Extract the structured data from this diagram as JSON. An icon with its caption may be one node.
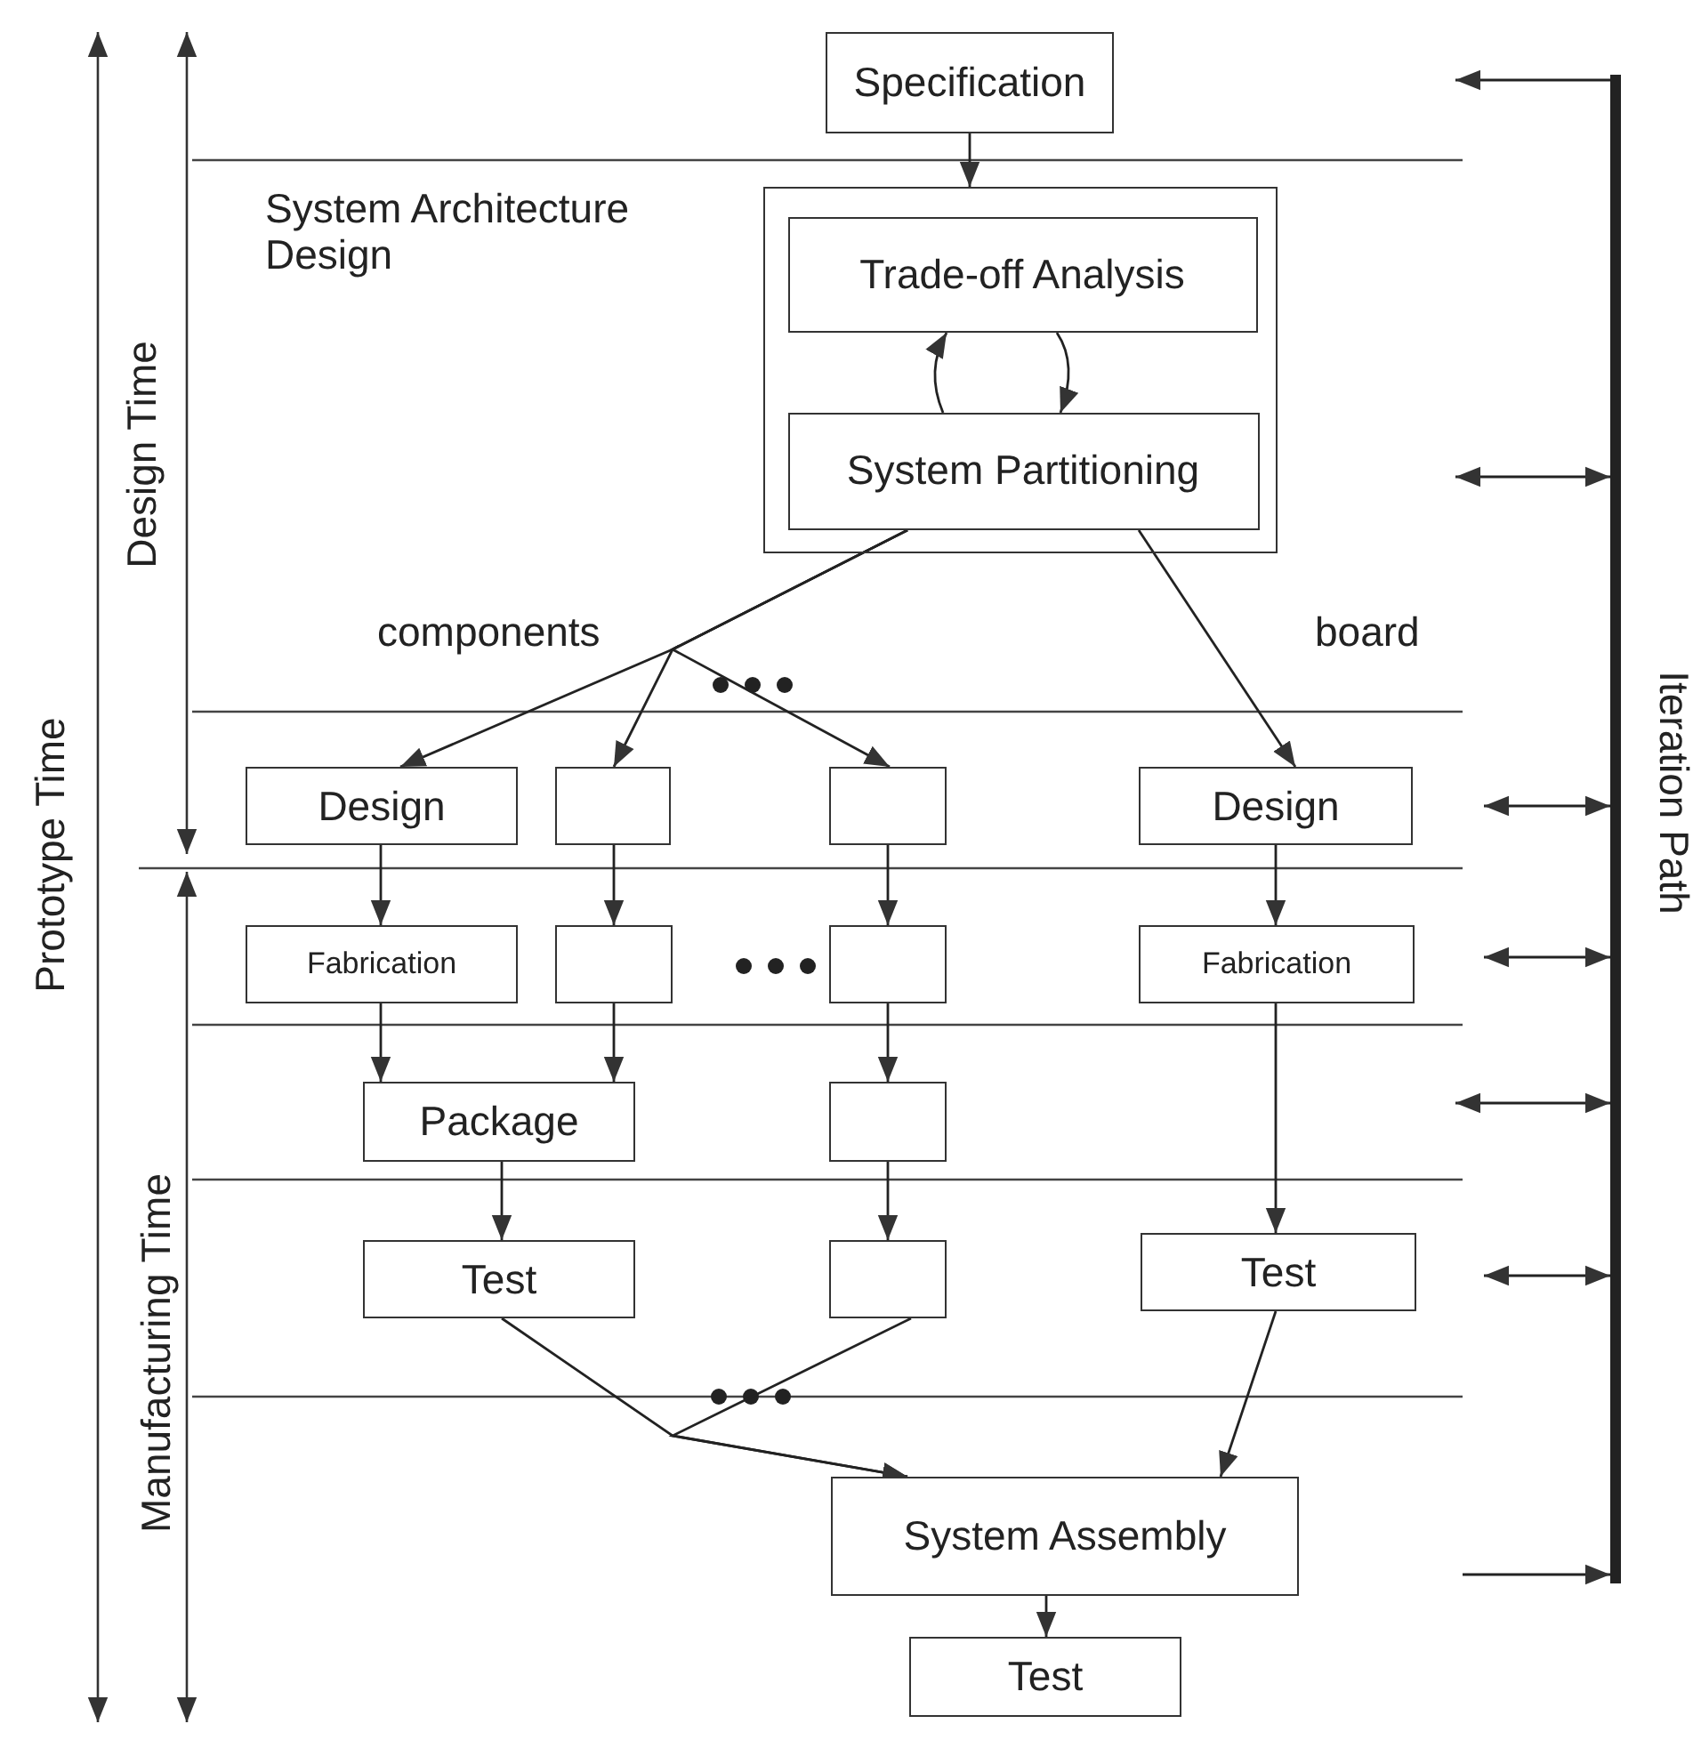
{
  "diagram": {
    "nodes": [
      {
        "text": [
          "Specification"
        ]
      },
      {
        "text": [
          "System Architecture Design"
        ]
      },
      {
        "text": [
          "Trade-off Analysis"
        ],
        "in": 1
      },
      {
        "text": [
          "System Partitioning"
        ],
        "in": 1
      },
      {
        "text": [
          "Design"
        ]
      },
      {
        "text": [],
        "shape": "box"
      },
      {
        "text": [],
        "shape": "box"
      },
      {
        "text": [
          "Design"
        ]
      },
      {
        "text": [
          "Fabrication"
        ]
      },
      {
        "text": [],
        "shape": "box"
      },
      {
        "text": [],
        "shape": "box"
      },
      {
        "text": [
          "Fabrication"
        ]
      },
      {
        "text": [
          "Package"
        ]
      },
      {
        "text": [],
        "shape": "box"
      },
      {
        "text": [
          "Test"
        ]
      },
      {
        "text": [],
        "shape": "box"
      },
      {
        "text": [
          "Test"
        ]
      },
      {
        "text": [
          "System Assembly"
        ]
      },
      {
        "text": [
          "Test"
        ]
      },
      {
        "text": [],
        "shape": "bar",
        "beside": [
          "Iteration Path"
        ]
      }
    ],
    "edges": [
      {
        "from": 0,
        "to": 1,
        "arrow": "to"
      },
      {
        "from": 3,
        "to": 2,
        "arrow": "to"
      },
      {
        "from": 2,
        "to": 3,
        "arrow": "to"
      },
      {
        "from": 3,
        "to": 4,
        "arrow": "to",
        "label": "components"
      },
      {
        "from": 3,
        "to": 5,
        "arrow": "to"
      },
      {
        "from": 3,
        "to": 6,
        "arrow": "to"
      },
      {
        "from": 3,
        "to": 7,
        "arrow": "to",
        "label": "board"
      },
      {
        "from": 4,
        "to": 8,
        "arrow": "to"
      },
      {
        "from": 5,
        "to": 9,
        "arrow": "to"
      },
      {
        "from": 6,
        "to": 10,
        "arrow": "to"
      },
      {
        "from": 7,
        "to": 11,
        "arrow": "to"
      },
      {
        "from": 8,
        "to": 12,
        "arrow": "to"
      },
      {
        "from": 9,
        "to": 12,
        "arrow": "to"
      },
      {
        "from": 10,
        "to": 13,
        "arrow": "to"
      },
      {
        "from": 11,
        "to": 16,
        "arrow": "to"
      },
      {
        "from": 12,
        "to": 14,
        "arrow": "to"
      },
      {
        "from": 13,
        "to": 15,
        "arrow": "to"
      },
      {
        "from": 14,
        "to": 17,
        "arrow": "to"
      },
      {
        "from": 15,
        "to": 17,
        "arrow": "to"
      },
      {
        "from": 16,
        "to": 17,
        "arrow": "to"
      },
      {
        "from": 17,
        "to": 18,
        "arrow": "to"
      },
      {
        "from": 19,
        "to": null,
        "arrow": "to"
      },
      {
        "from": 19,
        "to": null,
        "arrow": "both"
      },
      {
        "from": 19,
        "to": null,
        "arrow": "both"
      },
      {
        "from": 19,
        "to": null,
        "arrow": "both"
      },
      {
        "from": 19,
        "to": null,
        "arrow": "both"
      },
      {
        "from": 19,
        "to": null,
        "arrow": "both"
      },
      {
        "from": null,
        "to": 19,
        "arrow": "to"
      }
    ],
    "labels": [
      "Prototype Time",
      "Design Time",
      "Manufacturing Time"
    ]
  }
}
